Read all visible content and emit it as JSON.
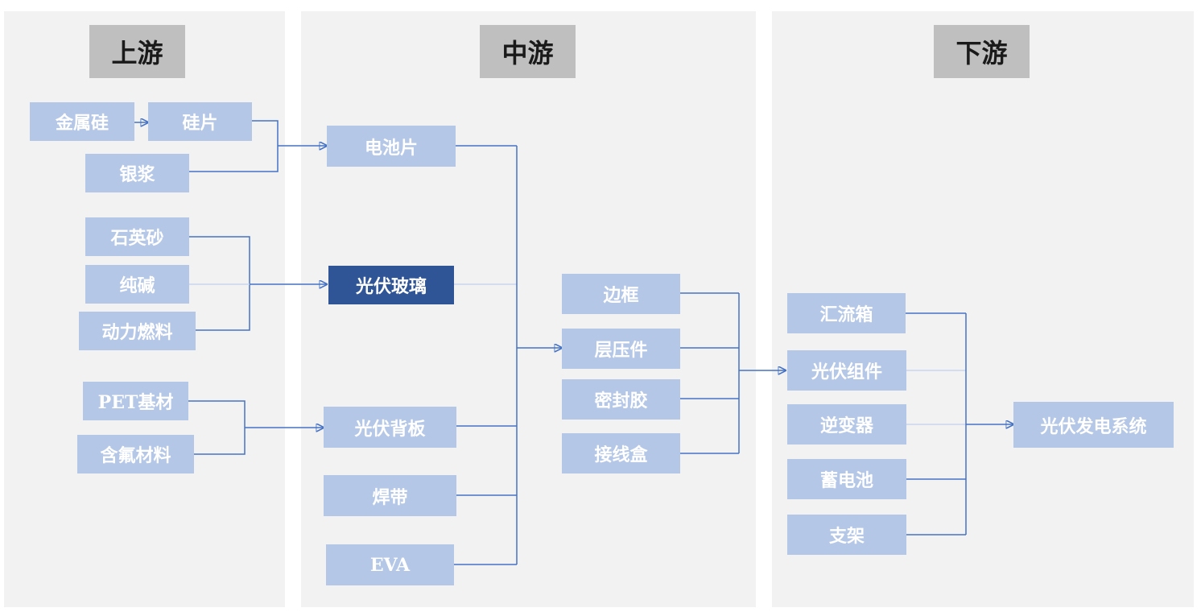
{
  "sections": {
    "upstream": "上游",
    "midstream": "中游",
    "downstream": "下游"
  },
  "nodes": {
    "metal_silicon": "金属硅",
    "silicon_wafer": "硅片",
    "silver_paste": "银浆",
    "quartz_sand": "石英砂",
    "soda_ash": "纯碱",
    "power_fuel": "动力燃料",
    "pet": "PET基材",
    "fluorine": "含氟材料",
    "cell": "电池片",
    "pv_glass": "光伏玻璃",
    "backsheet": "光伏背板",
    "ribbon": "焊带",
    "eva": "EVA",
    "frame": "边框",
    "laminate": "层压件",
    "sealant": "密封胶",
    "junction_box": "接线盒",
    "combiner_box": "汇流箱",
    "pv_module": "光伏组件",
    "inverter": "逆变器",
    "battery": "蓄电池",
    "bracket": "支架",
    "pv_system": "光伏发电系统"
  },
  "colors": {
    "panel_bg": "#f2f2f2",
    "header_bg": "#bfbfbf",
    "node_bg": "#b4c7e7",
    "node_highlight_bg": "#2f5597",
    "connector": "#4472c4"
  }
}
